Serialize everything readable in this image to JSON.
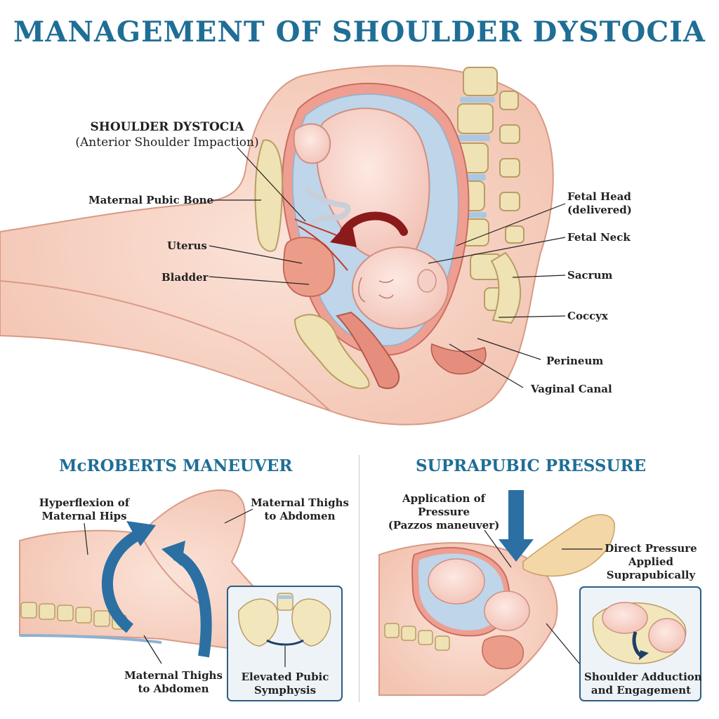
{
  "title": "MANAGEMENT OF SHOULDER DYSTOCIA",
  "main_diagram": {
    "heading_line1": "SHOULDER DYSTOCIA",
    "heading_line2": "(Anterior Shoulder Impaction)",
    "labels": {
      "maternal_pubic_bone": "Maternal Pubic Bone",
      "uterus": "Uterus",
      "bladder": "Bladder",
      "fetal_head_line1": "Fetal Head",
      "fetal_head_line2": "(delivered)",
      "fetal_neck": "Fetal Neck",
      "sacrum": "Sacrum",
      "coccyx": "Coccyx",
      "perineum": "Perineum",
      "vaginal_canal": "Vaginal Canal"
    }
  },
  "mcroberts": {
    "title": "McROBERTS MANEUVER",
    "hyperflexion_line1": "Hyperflexion of",
    "hyperflexion_line2": "Maternal Hips",
    "thighs_top_line1": "Maternal Thighs",
    "thighs_top_line2": "to Abdomen",
    "thighs_bottom_line1": "Maternal Thighs",
    "thighs_bottom_line2": "to Abdomen",
    "inset_line1": "Elevated Pubic",
    "inset_line2": "Symphysis"
  },
  "suprapubic": {
    "title": "SUPRAPUBIC PRESSURE",
    "application_line1": "Application of",
    "application_line2": "Pressure",
    "application_line3": "(Pazzos maneuver)",
    "direct_line1": "Direct Pressure",
    "direct_line2": "Applied",
    "direct_line3": "Suprapubically",
    "inset_line1": "Shoulder Adduction",
    "inset_line2": "and Engagement"
  },
  "colors": {
    "title_blue": "#1f6e96",
    "arrow_blue": "#2b6fa3",
    "skin": "#f7d2c4",
    "uterus_wall": "#e99587",
    "fluid": "#bdd3e8",
    "bone": "#f2e6bd",
    "arrow_red": "#8b1a1a"
  }
}
